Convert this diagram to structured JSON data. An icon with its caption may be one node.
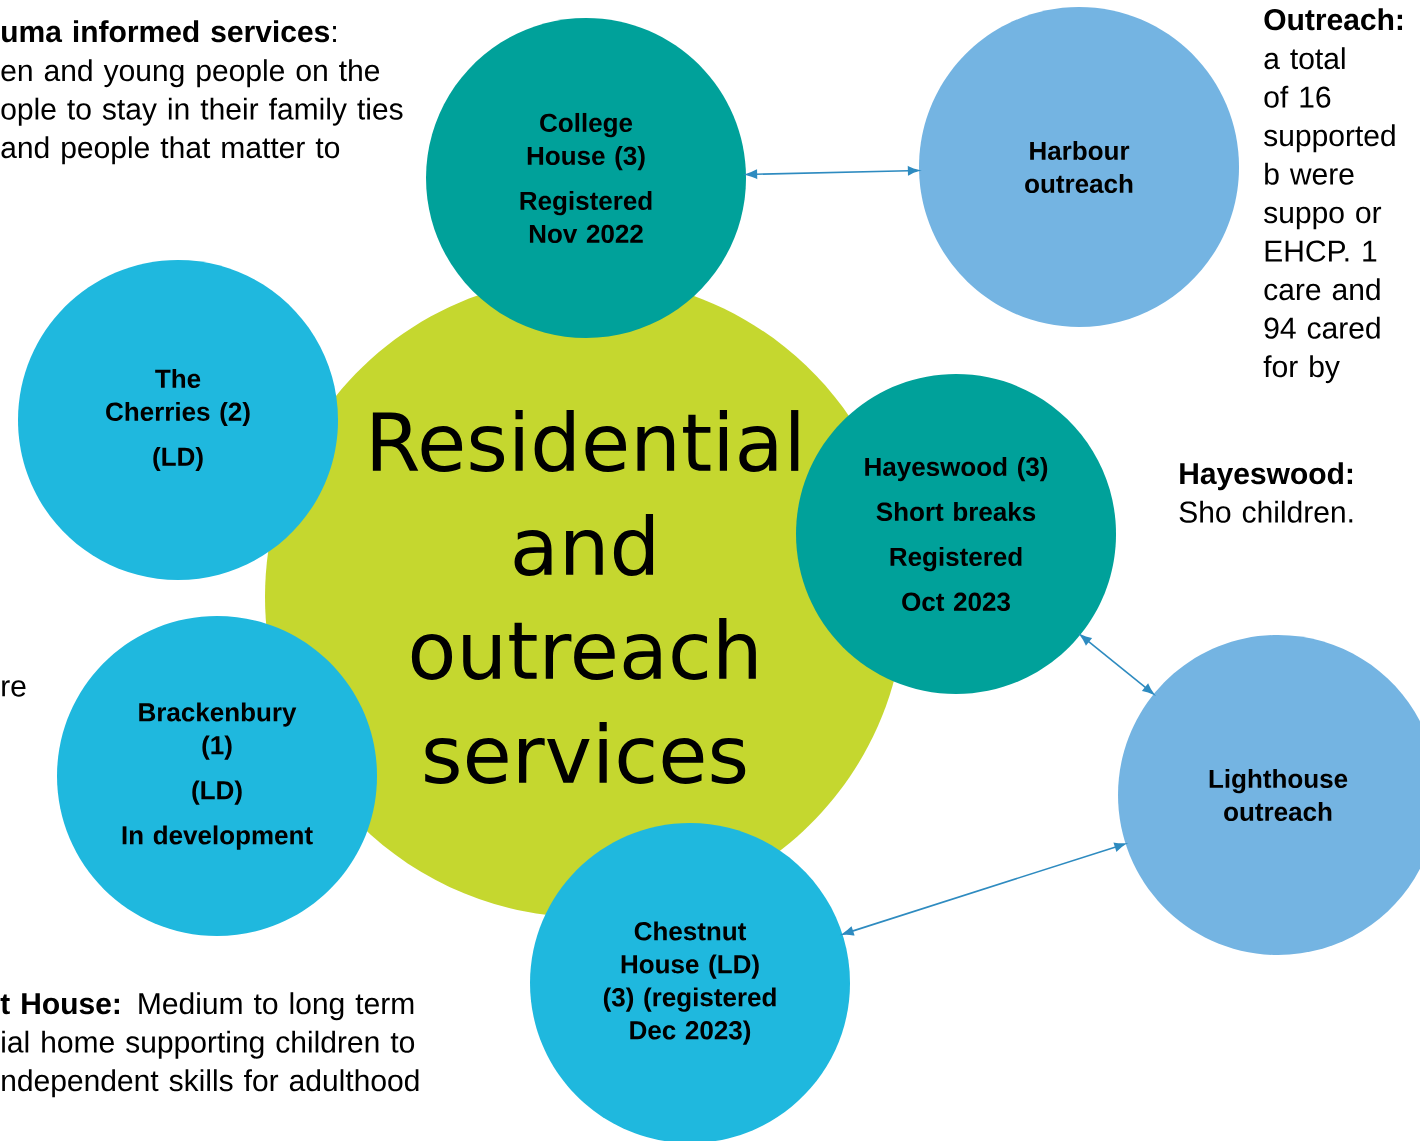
{
  "diagram": {
    "nodes": [
      {
        "text": [
          "Residential and outreach services"
        ]
      },
      {
        "text": [
          "College House (3)",
          "Registered Nov 2022"
        ]
      },
      {
        "text": [
          "Harbour outreach"
        ]
      },
      {
        "text": [
          "The Cherries (2)",
          "(LD)"
        ]
      },
      {
        "text": [
          "Hayeswood (3)",
          "Short breaks",
          "Registered",
          "Oct 2023"
        ]
      },
      {
        "text": [
          "Brackenbury (1)",
          "(LD)",
          "In development"
        ]
      },
      {
        "text": [
          "Lighthouse outreach"
        ]
      },
      {
        "text": [
          "Chestnut House (LD) (3) (registered Dec 2023)"
        ]
      }
    ],
    "edges": [
      {
        "from": 1,
        "to": 2,
        "arrow": "both"
      },
      {
        "from": 4,
        "to": 6,
        "arrow": "both"
      },
      {
        "from": 7,
        "to": 6,
        "arrow": "both"
      }
    ],
    "labels": [
      "**uma informed services**:",
      "en and young people on the ople to stay in their family ties and people that matter to",
      "**Outreach:**",
      "a total of 16 supported b were suppo or EHCP. 1 care and 94 cared for by",
      "**Hayeswood:** Sho children.",
      "re",
      "**t House:** Medium to long term ial home supporting children to ndependent skills for adulthood"
    ]
  }
}
